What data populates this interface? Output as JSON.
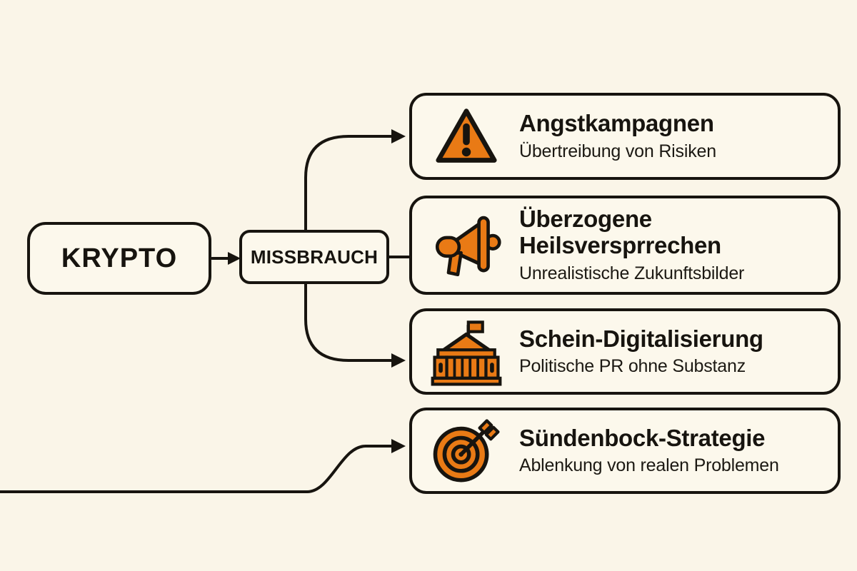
{
  "palette": {
    "background": "#FAF5E8",
    "card_fill": "#FCF8EC",
    "ink": "#17140F",
    "accent": "#E97A15"
  },
  "nodes": {
    "root": {
      "label": "KRYPTO"
    },
    "hub": {
      "label": "MISSBRAUCH"
    }
  },
  "cards": [
    {
      "icon": "warning-triangle-icon",
      "title": "Angstkampagnen",
      "subtitle": "Übertreibung von Risiken"
    },
    {
      "icon": "megaphone-icon",
      "title": "Überzogene Heilsversprrechen",
      "subtitle": "Unrealistische Zukunftsbilder"
    },
    {
      "icon": "government-building-icon",
      "title": "Schein-Digitalisierung",
      "subtitle": "Politische PR ohne Substanz"
    },
    {
      "icon": "target-arrow-icon",
      "title": "Sündenbock-Strategie",
      "subtitle": "Ablenkung von realen Problemen"
    }
  ]
}
